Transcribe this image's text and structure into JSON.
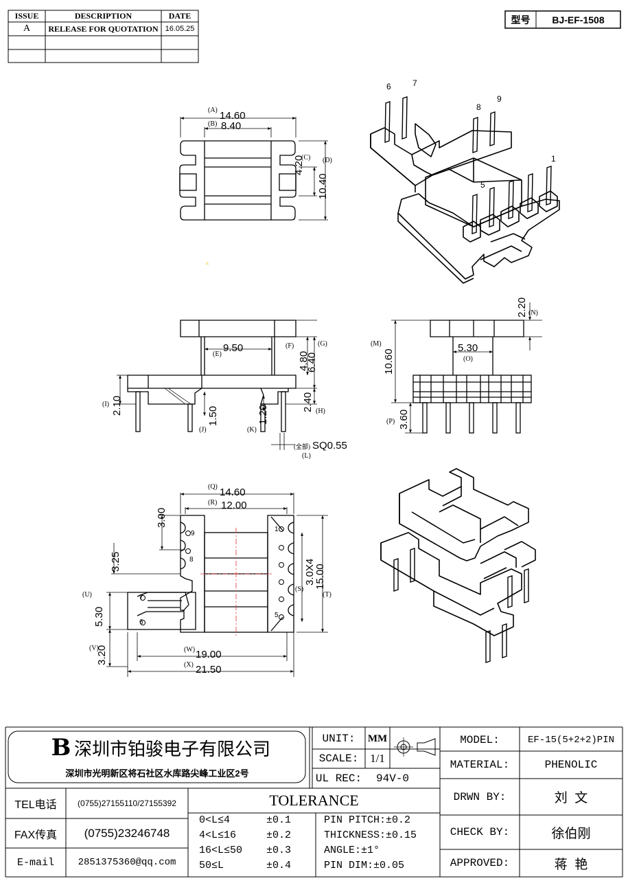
{
  "revision_table": {
    "headers": [
      "ISSUE",
      "DESCRIPTION",
      "DATE"
    ],
    "rows": [
      {
        "issue": "A",
        "description": "RELEASE FOR QUOTATION",
        "date": "16.05.25"
      },
      {
        "issue": "",
        "description": "",
        "date": ""
      },
      {
        "issue": "",
        "description": "",
        "date": ""
      }
    ]
  },
  "part_box": {
    "label": "型号",
    "value": "BJ-EF-1508"
  },
  "company": {
    "logo_text": "B",
    "name": "深圳市铂骏电子有限公司",
    "address": "深圳市光明新区将石社区水库路尖峰工业区2号"
  },
  "contact": {
    "tel_label": "TEL电话",
    "tel": "(0755)27155110/27155392",
    "fax_label": "FAX传真",
    "fax": "(0755)23246748",
    "email_label": "E-mail",
    "email": "2851375360@qq.com"
  },
  "title_block": {
    "unit_label": "UNIT:",
    "unit": "MM",
    "scale_label": "SCALE:",
    "scale": "1/1",
    "ul_label": "UL REC:",
    "ul": "94V-0",
    "model_label": "MODEL:",
    "model": "EF-15(5+2+2)PIN",
    "material_label": "MATERIAL:",
    "material": "PHENOLIC",
    "drawn_label": "DRWN BY:",
    "drawn": "刘  文",
    "check_label": "CHECK BY:",
    "check": "徐伯刚",
    "approved_label": "APPROVED:",
    "approved": "蒋  艳"
  },
  "tolerance": {
    "title": "TOLERANCE",
    "ranges": [
      {
        "range": "0<L≤4",
        "tol": "±0.1"
      },
      {
        "range": "4<L≤16",
        "tol": "±0.2"
      },
      {
        "range": "16<L≤50",
        "tol": "±0.3"
      },
      {
        "range": "50≤L",
        "tol": "±0.4"
      }
    ],
    "notes": [
      "PIN PITCH:±0.2",
      "THICKNESS:±0.15",
      "ANGLE:±1°",
      "PIN DIM:±0.05"
    ]
  },
  "dimensions": {
    "A": "14.60",
    "B": "8.40",
    "C": "4.20",
    "D": "10.40",
    "E": "9.50",
    "F": "4.80",
    "G": "6.40",
    "H": "2.40",
    "I": "2.10",
    "J": "1.50",
    "K": "1.20",
    "L": "SQ0.55",
    "L_note": "(全部)",
    "M": "10.60",
    "N": "2.20",
    "O": "5.30",
    "P": "3.60",
    "Q": "14.60",
    "R": "12.00",
    "S": "3.0X4",
    "T": "15.00",
    "U": "5.30",
    "V": "3.20",
    "W": "19.00",
    "X": "21.50",
    "top_left": "3.00",
    "mid_left": "3.25"
  },
  "dim_labels": [
    "(A)",
    "(B)",
    "(C)",
    "(D)",
    "(E)",
    "(F)",
    "(G)",
    "(H)",
    "(I)",
    "(J)",
    "(K)",
    "(L)",
    "(M)",
    "(N)",
    "(O)",
    "(P)",
    "(Q)",
    "(R)",
    "(S)",
    "(T)",
    "(U)",
    "(V)",
    "(W)",
    "(X)"
  ],
  "pin_numbers": {
    "iso_top": [
      "6",
      "7",
      "8",
      "9",
      "5",
      "1"
    ],
    "bottom_view": [
      "9",
      "8",
      "7",
      "6",
      "1",
      "5"
    ]
  }
}
